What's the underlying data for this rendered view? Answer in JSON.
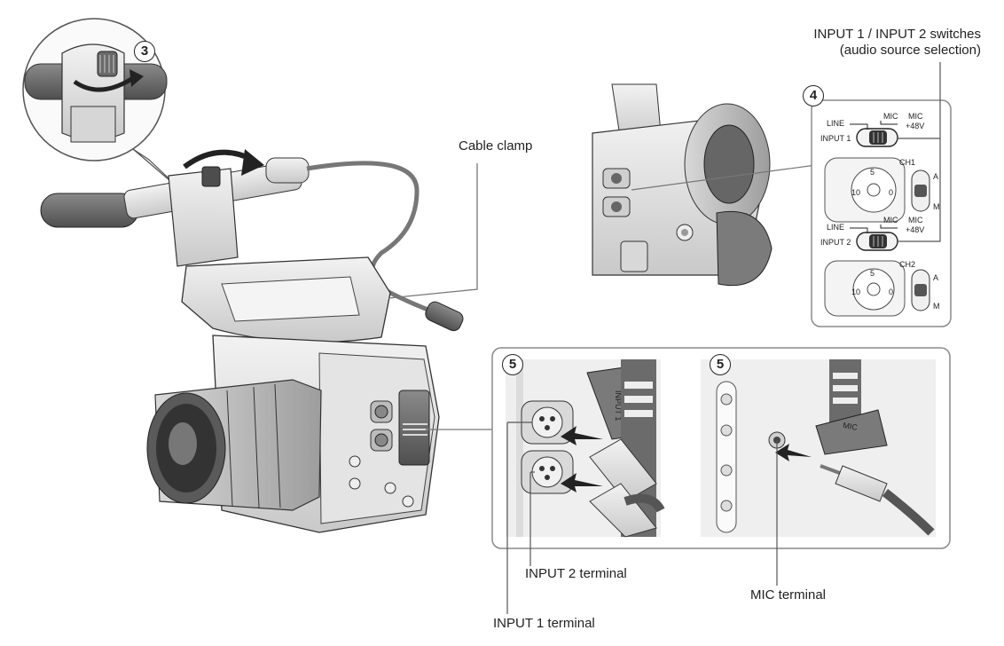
{
  "labels": {
    "switches_title": "INPUT 1 / INPUT 2 switches",
    "switches_subtitle": "(audio source selection)",
    "cable_clamp": "Cable clamp",
    "input2_terminal": "INPUT 2 terminal",
    "input1_terminal": "INPUT 1 terminal",
    "mic_terminal": "MIC terminal"
  },
  "steps": {
    "step3": "3",
    "step4": "4",
    "step5a": "5",
    "step5b": "5"
  },
  "switch_panel": {
    "line": "LINE",
    "mic": "MIC",
    "mic48_top": "MIC",
    "mic48_bottom": "+48V",
    "input1": "INPUT 1",
    "input2": "INPUT 2",
    "ch1": "CH1",
    "ch2": "CH2",
    "a": "A",
    "m": "M",
    "dial_ten": "10",
    "dial_zero": "0",
    "dial_five": "5"
  },
  "terminal_cover": {
    "input1_cover": "INPUT 1",
    "mic_cover": "MIC"
  },
  "colors": {
    "line": "#333333",
    "light_fill": "#e8e8e8",
    "mid_fill": "#bdbdbd",
    "dark_fill": "#555555",
    "panel_border": "#8a8a8a"
  }
}
